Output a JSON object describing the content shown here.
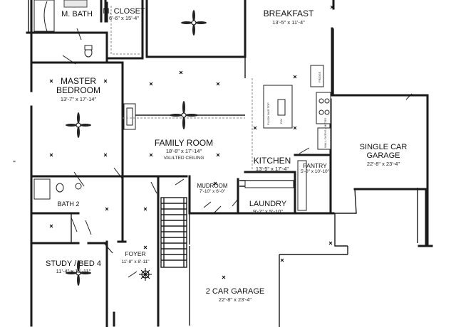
{
  "rooms": {
    "bath": {
      "name": "M. BATH"
    },
    "closet": {
      "name": "M. CLOSET",
      "dim": "6'-6\" x 15'-4\""
    },
    "breakfast": {
      "name": "BREAKFAST",
      "dim": "13'-5\" x 11'-4\""
    },
    "master": {
      "name": "MASTER",
      "name2": "BEDROOM",
      "dim": "13'-7\" x 17'-14\""
    },
    "family": {
      "name": "FAMILY ROOM",
      "dim": "18'-8\" x 17'-14\"",
      "note": "VAULTED CEILING"
    },
    "kitchen": {
      "name": "KITCHEN",
      "dim": "13'-5\" x 17'-4\""
    },
    "pantry": {
      "name": "PANTRY",
      "dim": "5'-0\" x 10'-10\""
    },
    "single_garage": {
      "name": "SINGLE CAR",
      "name2": "GARAGE",
      "dim": "22'-8\" x 23'-4\""
    },
    "bath2": {
      "name": "BATH 2"
    },
    "mudroom": {
      "name": "MUDROOM",
      "dim": "7'-10\" x 6'-0\""
    },
    "laundry": {
      "name": "LAUNDRY",
      "dim": "9'-2\" x 5'-10\""
    },
    "study": {
      "name": "STUDY / BED 4",
      "dim": "11'-4\" x 11'-11\""
    },
    "foyer": {
      "name": "FOYER",
      "dim": "11'-8\" x 8'-11\""
    },
    "two_car_garage": {
      "name": "2 CAR GARAGE",
      "dim": "22'-8\" x 23'-4\""
    }
  },
  "fixtures": {
    "fridge": "FRIDGE",
    "island_top": "FLUSH BAR TOP",
    "sink": "DW",
    "ovens": "WALL OVENS / MICRO"
  },
  "margin_mark": "\""
}
